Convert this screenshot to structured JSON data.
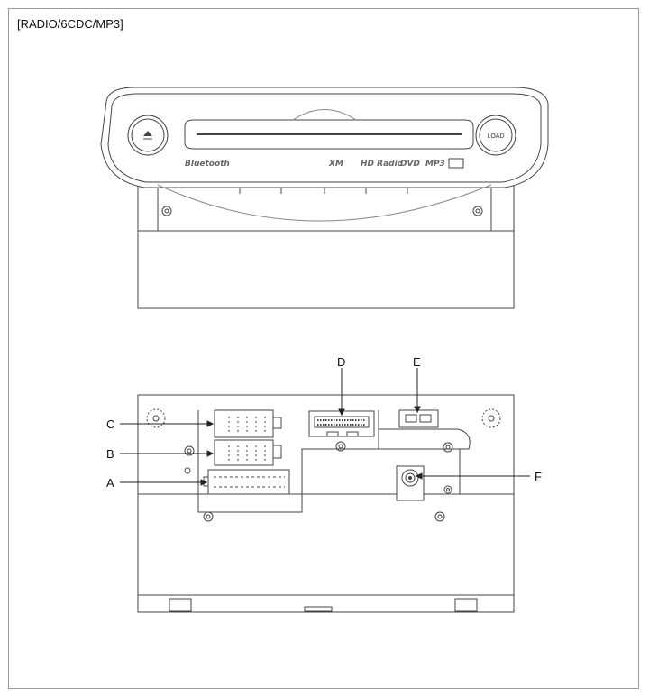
{
  "title": "[RADIO/6CDC/MP3]",
  "front_panel": {
    "eject_icon": "eject-icon",
    "load_button": "LOAD",
    "branding": [
      "Bluetooth",
      "XM",
      "HD Radio",
      "DVD",
      "MP3"
    ]
  },
  "rear_panel": {
    "callouts": [
      {
        "label": "A",
        "target": "main-power-connector"
      },
      {
        "label": "B",
        "target": "connector-b"
      },
      {
        "label": "C",
        "target": "connector-c"
      },
      {
        "label": "D",
        "target": "multi-pin-connector"
      },
      {
        "label": "E",
        "target": "small-connector"
      },
      {
        "label": "F",
        "target": "antenna-jack"
      }
    ]
  }
}
